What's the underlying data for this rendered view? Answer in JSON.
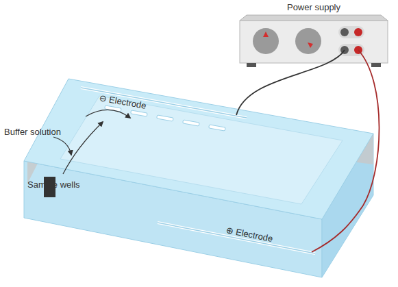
{
  "diagram": {
    "nodes": [
      {
        "text": [
          "Power supply"
        ]
      }
    ],
    "labels": [
      "Buffer solution",
      "⊖ Electrode",
      "Sample wells",
      "⊕ Electrode"
    ]
  }
}
